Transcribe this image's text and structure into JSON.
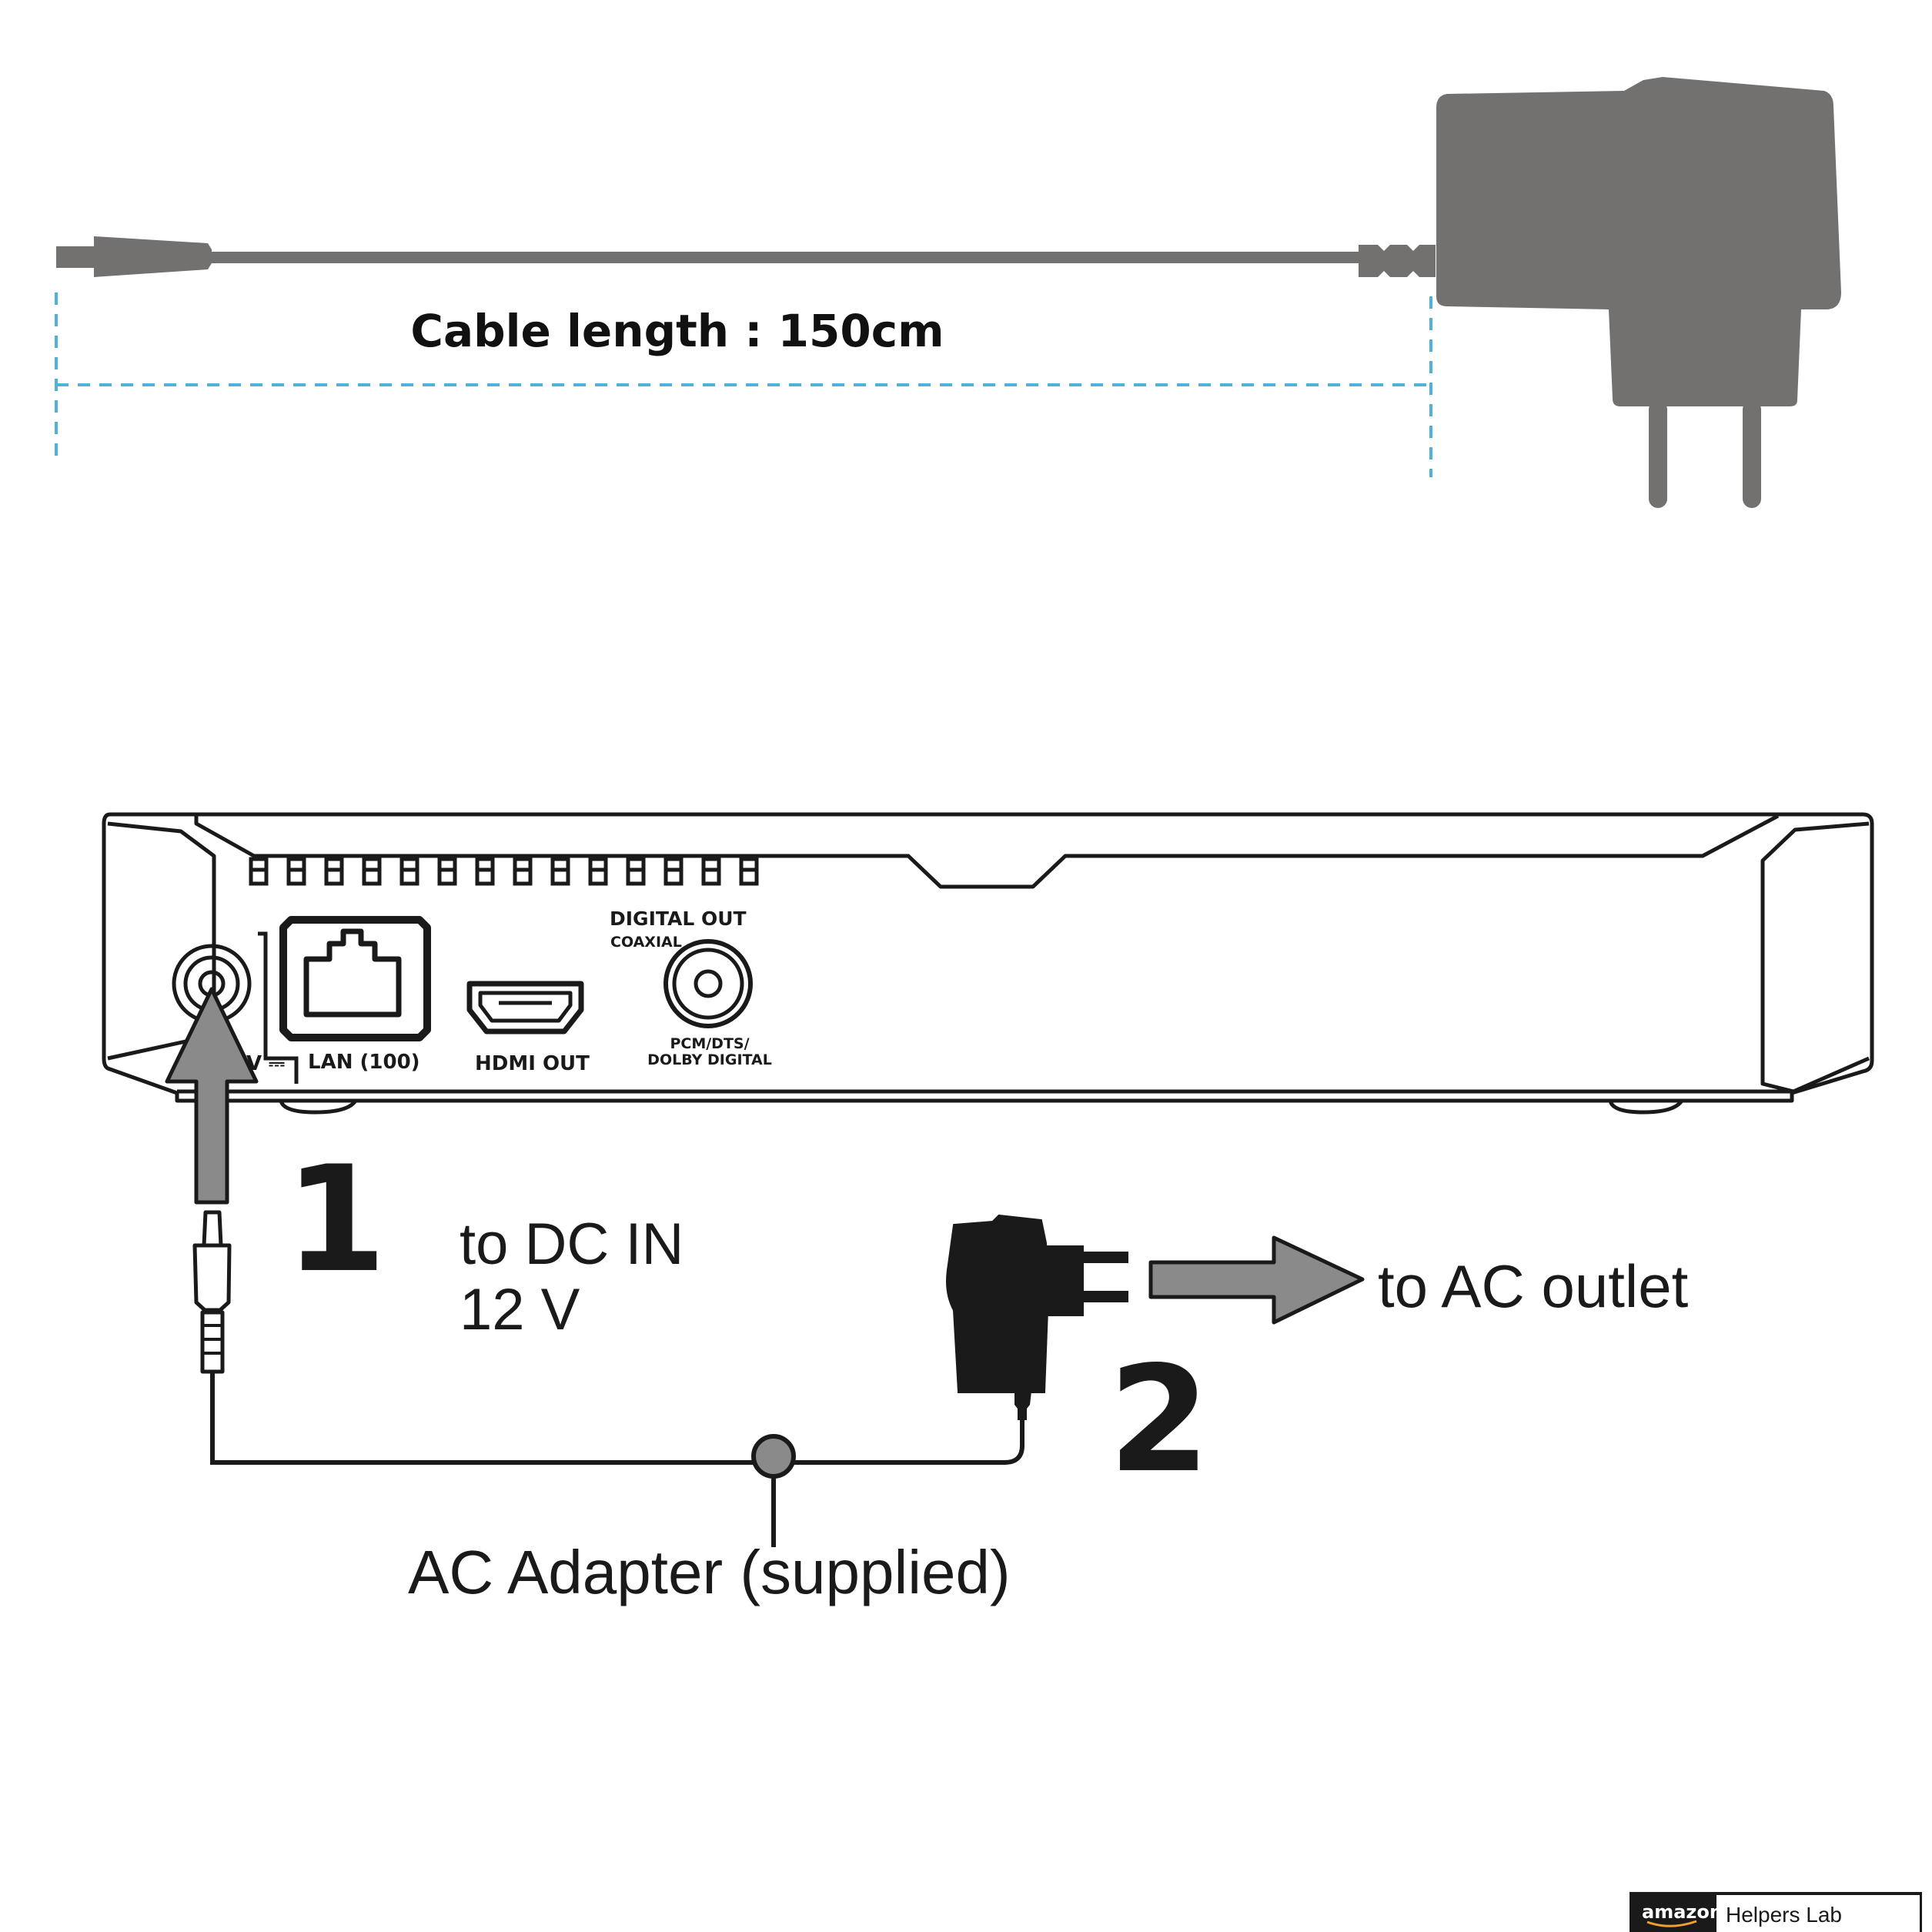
{
  "cable": {
    "length_label": "Cable length : 150cm"
  },
  "device": {
    "ports": {
      "dc_label": "V ⎓",
      "lan_label": "LAN (100)",
      "hdmi_label": "HDMI OUT",
      "digital_out_label": "DIGITAL OUT",
      "coaxial_label": "COAXIAL",
      "pcm_label_line1": "PCM/DTS/",
      "pcm_label_line2": "DOLBY DIGITAL"
    }
  },
  "steps": {
    "step1_number": "1",
    "step1_text_line1": "to DC IN",
    "step1_text_line2": "12 V",
    "step2_number": "2",
    "step2_text": "to AC outlet",
    "adapter_label": "AC Adapter (supplied)"
  },
  "badge": {
    "brand": "amazon",
    "name": "Helpers Lab"
  },
  "colors": {
    "adapter_gray": "#737070",
    "dim_line_blue": "#4fb3d9",
    "arrow_gray": "#8a8a8a",
    "ink": "#1a1a1a",
    "background": "#ffffff"
  }
}
